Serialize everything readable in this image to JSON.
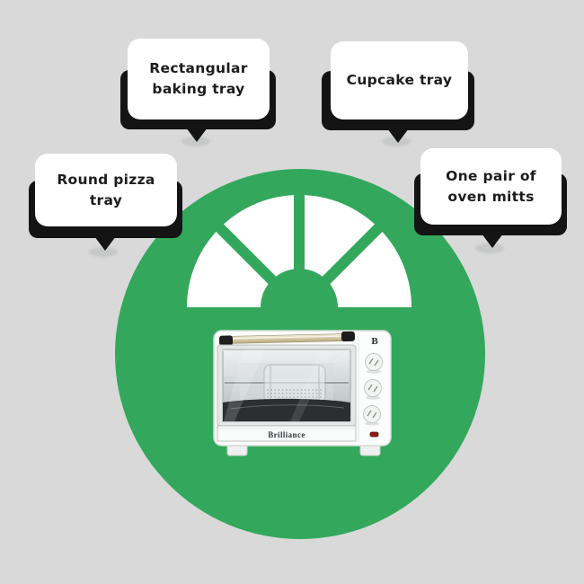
{
  "background_color": "#d9d9d9",
  "colors": {
    "circle_green": "#33a85c",
    "bubble_black": "#141414",
    "bubble_white": "#ffffff",
    "bubble_text": "#1c1c1c",
    "tail_shadow_gray": "#c7c8c8"
  },
  "callouts": [
    {
      "id": "rectangular-baking-tray",
      "lines": [
        "Rectangular",
        "baking tray"
      ]
    },
    {
      "id": "cupcake-tray",
      "lines": [
        "Cupcake tray"
      ]
    },
    {
      "id": "round-pizza-tray",
      "lines": [
        "Round pizza",
        "tray"
      ]
    },
    {
      "id": "one-pair-oven-mitts",
      "lines": [
        "One pair of",
        "oven mitts"
      ]
    }
  ],
  "product": {
    "brand": "Brilliance",
    "logo_letter": "B"
  },
  "icons": {
    "fan_decoration": "semicircle-fan-with-spokes",
    "center_image": "toaster-oven-photo"
  }
}
